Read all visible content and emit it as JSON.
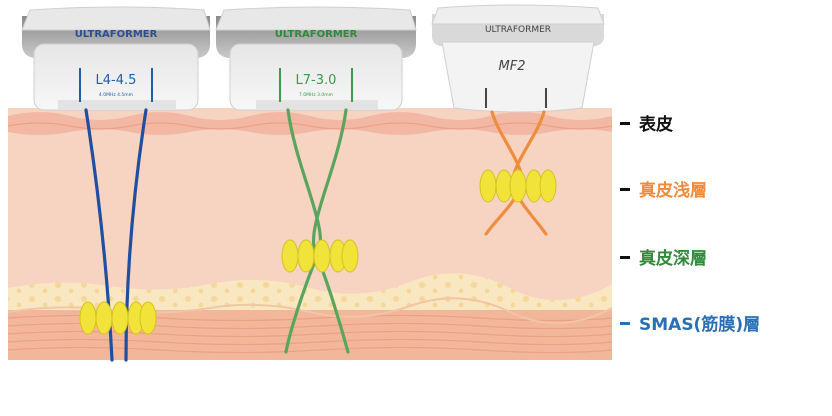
{
  "devices": [
    {
      "brand": "ULTRAFORMER",
      "cartridge": "L4-4.5",
      "spec": "4.0MHz  4.5mm",
      "accent": "#1f5fa8"
    },
    {
      "brand": "ULTRAFORMER",
      "cartridge": "L7-3.0",
      "spec": "7.0MHz  3.0mm",
      "accent": "#3a9a4a"
    },
    {
      "brand": "ULTRAFORMER",
      "cartridge": "MF2",
      "spec": "",
      "accent": "#555555"
    }
  ],
  "layers": [
    {
      "label": "表皮",
      "color": "#111111"
    },
    {
      "label": "真皮浅層",
      "color": "#f08a3c"
    },
    {
      "label": "真皮深層",
      "color": "#2f8a3a"
    },
    {
      "label": "SMAS(筋膜)層",
      "color": "#2a6fb5"
    }
  ],
  "colors": {
    "skin_top": "#f3b8a3",
    "dermis": "#f7d3c1",
    "fat": "#f9e7c2",
    "muscle": "#f2b79a",
    "beam_blue": "#1f4fa0",
    "beam_green": "#5aa55e",
    "beam_orange": "#ef8d3e",
    "focal_point": "#f2e33a"
  }
}
